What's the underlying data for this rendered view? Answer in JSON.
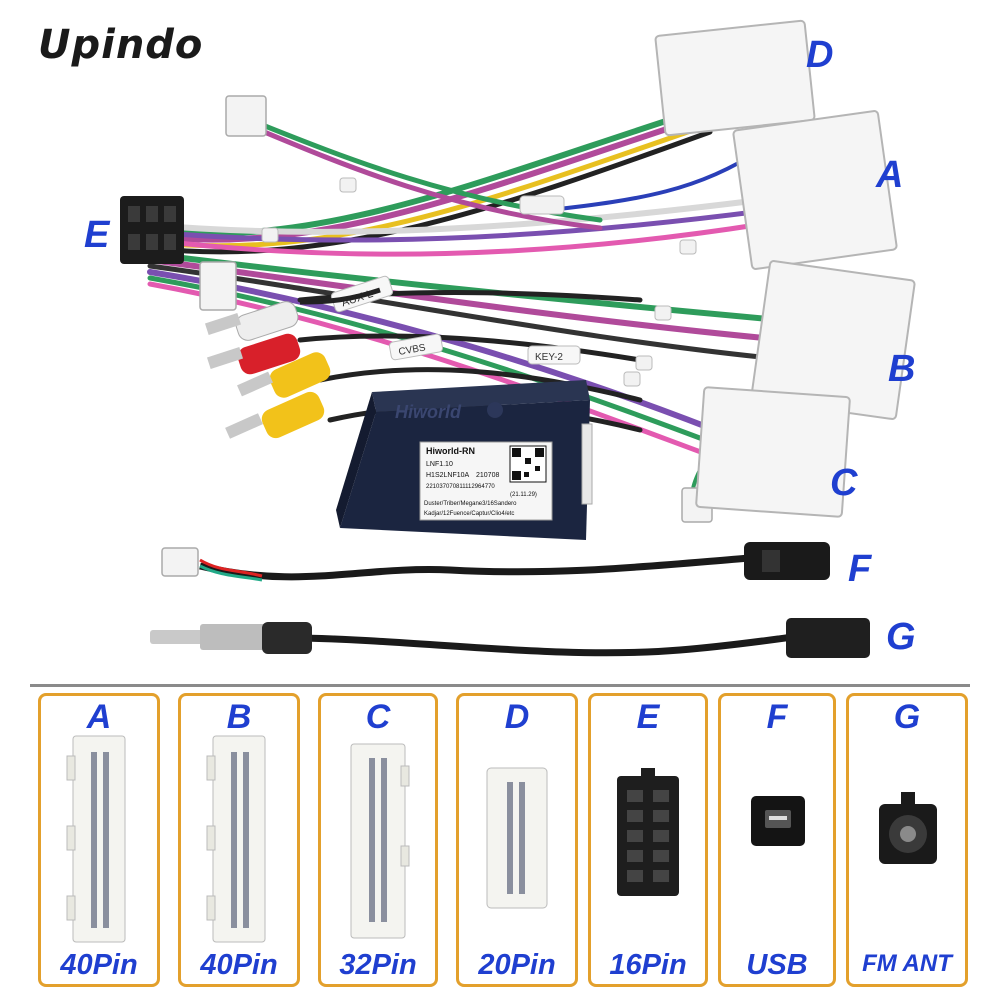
{
  "brand": "Upindo",
  "photo_labels": {
    "A": "A",
    "B": "B",
    "C": "C",
    "D": "D",
    "E": "E",
    "F": "F",
    "G": "G"
  },
  "box": {
    "logo": "Hiworld",
    "label_title": "Hiworld-RN",
    "label_line1": "LNF1.10",
    "label_line2": "H1S2LNF10A",
    "label_date": "210708",
    "label_line3": "221037070811112964770",
    "label_line3b": "(21.11.29)",
    "label_line4": "Duster/Triber/Megane3/16Sandero",
    "label_line5": "Kadjar/12Fuence/Captur/Clio4/etc"
  },
  "cable_tags": {
    "aux": "AUX-L",
    "cvbs": "CVBS",
    "key": "KEY-2"
  },
  "cards": [
    {
      "letter": "A",
      "label": "40Pin"
    },
    {
      "letter": "B",
      "label": "40Pin"
    },
    {
      "letter": "C",
      "label": "32Pin"
    },
    {
      "letter": "D",
      "label": "20Pin"
    },
    {
      "letter": "E",
      "label": "16Pin"
    },
    {
      "letter": "F",
      "label": "USB"
    },
    {
      "letter": "G",
      "label": "FM ANT"
    }
  ],
  "colors": {
    "card_border": "#e3a02c",
    "label_blue": "#1f3fd0",
    "box_navy": "#1b2540"
  }
}
